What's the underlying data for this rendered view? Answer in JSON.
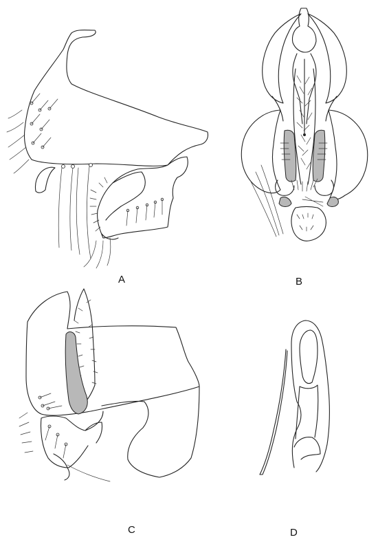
{
  "figure": {
    "panels": [
      {
        "id": "A",
        "label": "A"
      },
      {
        "id": "B",
        "label": "B"
      },
      {
        "id": "C",
        "label": "C"
      },
      {
        "id": "D",
        "label": "D"
      }
    ],
    "colors": {
      "ink": "#222222",
      "shading": "#b8b8b8",
      "background": "#ffffff"
    }
  }
}
